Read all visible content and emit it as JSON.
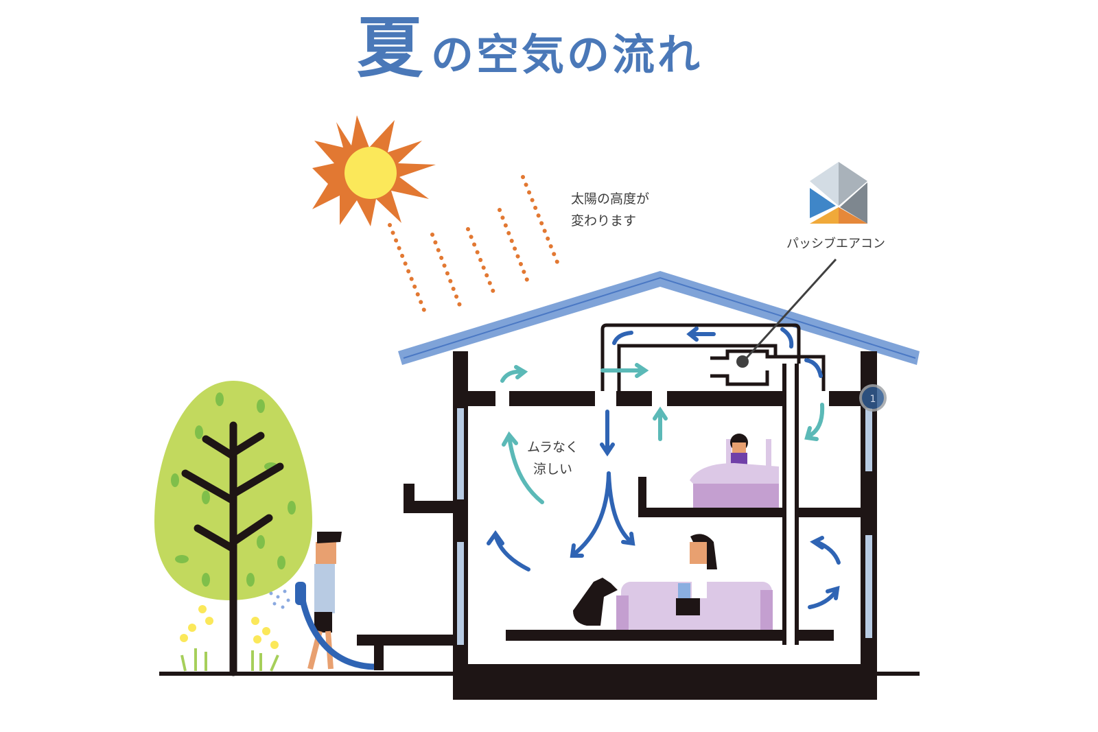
{
  "title": {
    "main_char": "夏",
    "rest": "の空気の流れ",
    "color": "#4a78b8"
  },
  "labels": {
    "sun_altitude_line1": "太陽の高度が",
    "sun_altitude_line2": "変わります",
    "passive_aircon": "パッシブエアコン",
    "even_cool_line1": "ムラなく",
    "even_cool_line2": "涼しい"
  },
  "colors": {
    "roof": "#7fa3d8",
    "roof_line": "#4a78c4",
    "sun_rays": "#e27832",
    "sun_core": "#fbe85a",
    "wall": "#1e1515",
    "window": "#b8cbe3",
    "airflow_cool": "#2f64b4",
    "airflow_teal": "#5bb9b7",
    "tree": "#c2d95e",
    "leaf": "#7fbf4a",
    "furniture": "#dcc8e6",
    "furniture_dark": "#c49fd0"
  },
  "logo": {
    "name": "passive-aircon-logo",
    "colors": [
      "#d3dce4",
      "#a9b2ba",
      "#3f86c8",
      "#7e878f",
      "#f0a93a",
      "#e5883a"
    ]
  },
  "marker": {
    "number": "1"
  }
}
